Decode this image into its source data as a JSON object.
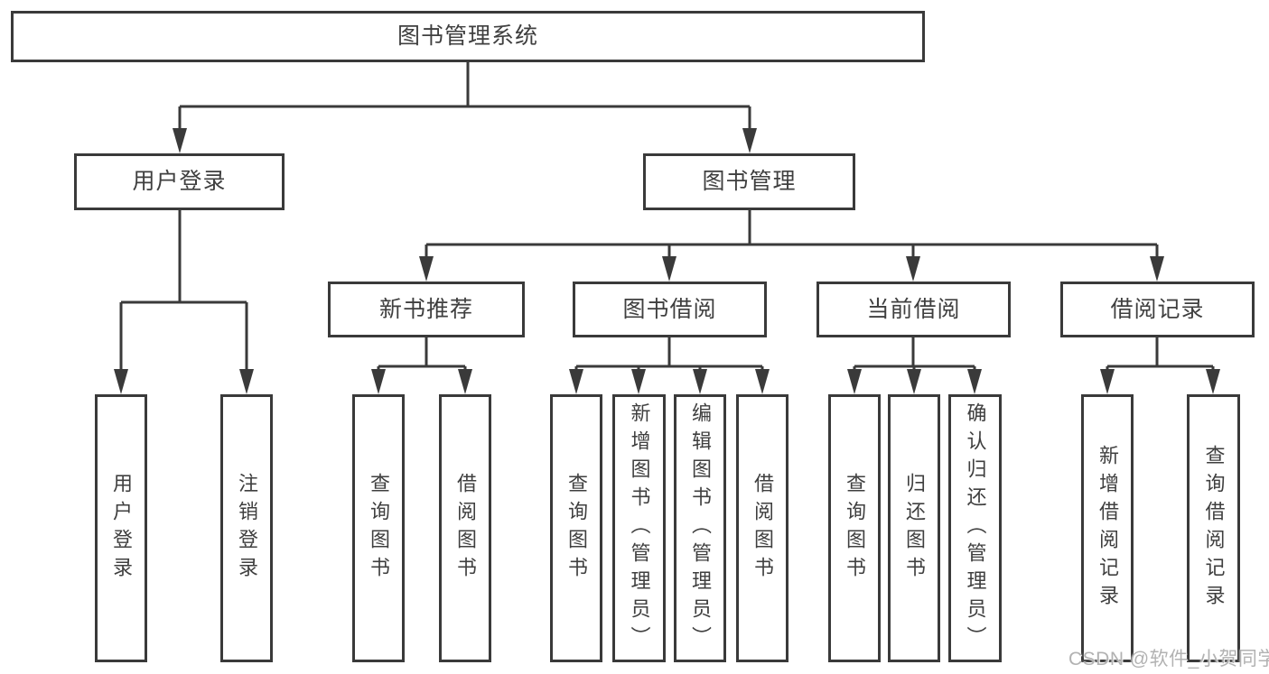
{
  "diagram": {
    "type": "hierarchy-tree",
    "root": "图书管理系统",
    "branches": {
      "user_login": {
        "label": "用户登录",
        "children": [
          "用户登录",
          "注销登录"
        ]
      },
      "book_management": {
        "label": "图书管理",
        "children": {
          "new_book_recommend": {
            "label": "新书推荐",
            "children": [
              "查询图书",
              "借阅图书"
            ]
          },
          "book_borrow": {
            "label": "图书借阅",
            "children": [
              "查询图书",
              "新增图书（管理员）",
              "编辑图书（管理员）",
              "借阅图书"
            ]
          },
          "current_borrow": {
            "label": "当前借阅",
            "children": [
              "查询图书",
              "归还图书",
              "确认归还（管理员）"
            ]
          },
          "borrow_records": {
            "label": "借阅记录",
            "children": [
              "新增借阅记录",
              "查询借阅记录"
            ]
          }
        }
      }
    },
    "colors": {
      "line": "#3a3a3a",
      "box_border": "#3a3a3a",
      "box_fill": "#ffffff",
      "text": "#3f3f3f"
    }
  },
  "watermark": {
    "text": "CSDN @软件_小贺同学",
    "color": "#b2b2b2"
  }
}
